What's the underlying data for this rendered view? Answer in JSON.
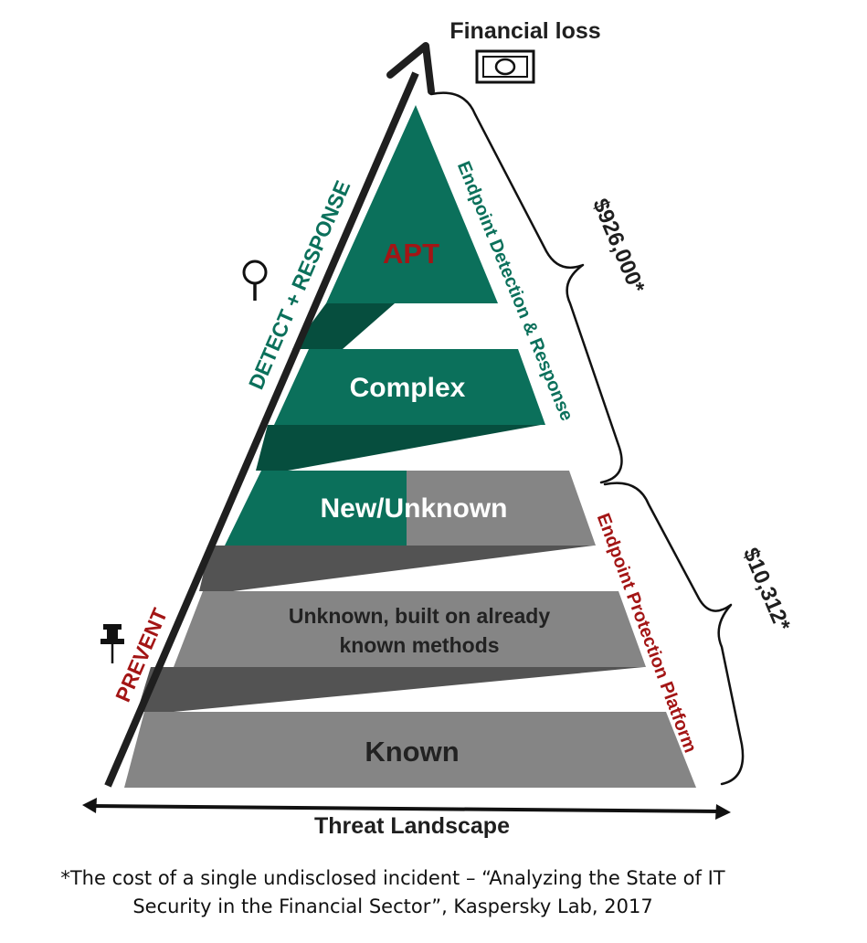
{
  "diagram": {
    "top_label": "Financial loss",
    "bottom_label": "Threat Landscape",
    "left_axis_upper": "DETECT + RESPONSE",
    "left_axis_lower": "PREVENT",
    "tiers": {
      "apt": "APT",
      "complex": "Complex",
      "new_unknown": "New/Unknown",
      "unknown_built_line1": "Unknown, built on already",
      "unknown_built_line2": "known methods",
      "known": "Known"
    },
    "right_labels": {
      "edr": "Endpoint Detection & Response",
      "epp": "Endpoint Protection Platform"
    },
    "costs": {
      "upper": "$926,000*",
      "lower": "$10,312*"
    }
  },
  "footnote": {
    "line1": "*The cost of a single undisclosed incident – “Analyzing the State of IT",
    "line2": "Security in the Financial Sector”, Kaspersky Lab, 2017"
  },
  "colors": {
    "green": "#0b705b",
    "green_dark": "#064e3e",
    "gray": "#858585",
    "gray_dark": "#535353",
    "red_text": "#a31515",
    "green_text": "#0b705b",
    "arrow": "#1f1f1f"
  },
  "icons": [
    "banknote-icon",
    "magnifier-icon",
    "pushpin-icon"
  ]
}
